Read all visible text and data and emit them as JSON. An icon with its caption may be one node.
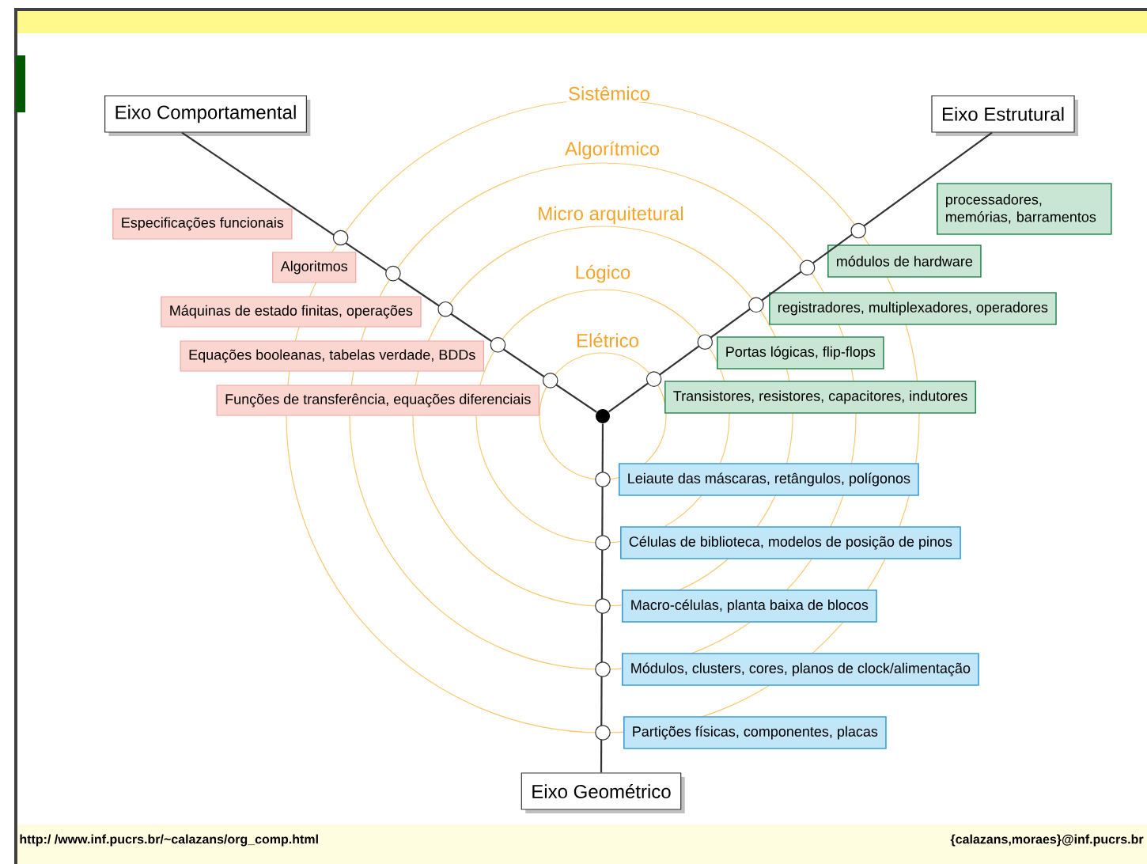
{
  "diagram": {
    "nodes": [
      {
        "text": [
          "Eixo Comportamental"
        ]
      },
      {
        "text": [
          "Eixo Estrutural"
        ]
      },
      {
        "text": [
          "Especificações funcionais"
        ]
      },
      {
        "text": [
          "Algoritmos"
        ]
      },
      {
        "text": [
          "Máquinas de estado finitas, operações"
        ]
      },
      {
        "text": [
          "Equações booleanas, tabelas verdade, BDDs"
        ]
      },
      {
        "text": [
          "Funções de transferência, equações diferenciais"
        ]
      },
      {
        "text": [
          "processadores, memórias, barramentos"
        ]
      },
      {
        "text": [
          "módulos de hardware"
        ]
      },
      {
        "text": [
          "registradores, multiplexadores, operadores"
        ]
      },
      {
        "text": [
          "Portas lógicas, flip-flops"
        ]
      },
      {
        "text": [
          "Transistores, resistores, capacitores, indutores"
        ]
      },
      {
        "text": [],
        "shape": "circle"
      },
      {
        "text": [
          "Leiaute das máscaras, retângulos, polígonos"
        ]
      },
      {
        "text": [
          "Células de biblioteca, modelos de posição de pinos"
        ]
      },
      {
        "text": [
          "Macro-células, planta baixa de blocos"
        ]
      },
      {
        "text": [
          "Módulos, clusters, cores, planos de clock/alimentação"
        ]
      },
      {
        "text": [
          "Partições físicas, componentes, placas"
        ]
      },
      {
        "text": [
          "Eixo Geométrico"
        ]
      }
    ],
    "edges": [
      {
        "from": 12,
        "to": 0,
        "arrow": "none"
      },
      {
        "from": 12,
        "to": 1,
        "arrow": "none"
      },
      {
        "from": 12,
        "to": 18,
        "arrow": "none"
      }
    ],
    "labels": [
      "Sistêmico",
      "Algorítmico",
      "Micro arquitetural",
      "Lógico",
      "Elétrico",
      "http:/ /www.inf.pucrs.br/~calazans/org_comp.html",
      "{calazans,moraes}@inf.pucrs.br"
    ]
  }
}
